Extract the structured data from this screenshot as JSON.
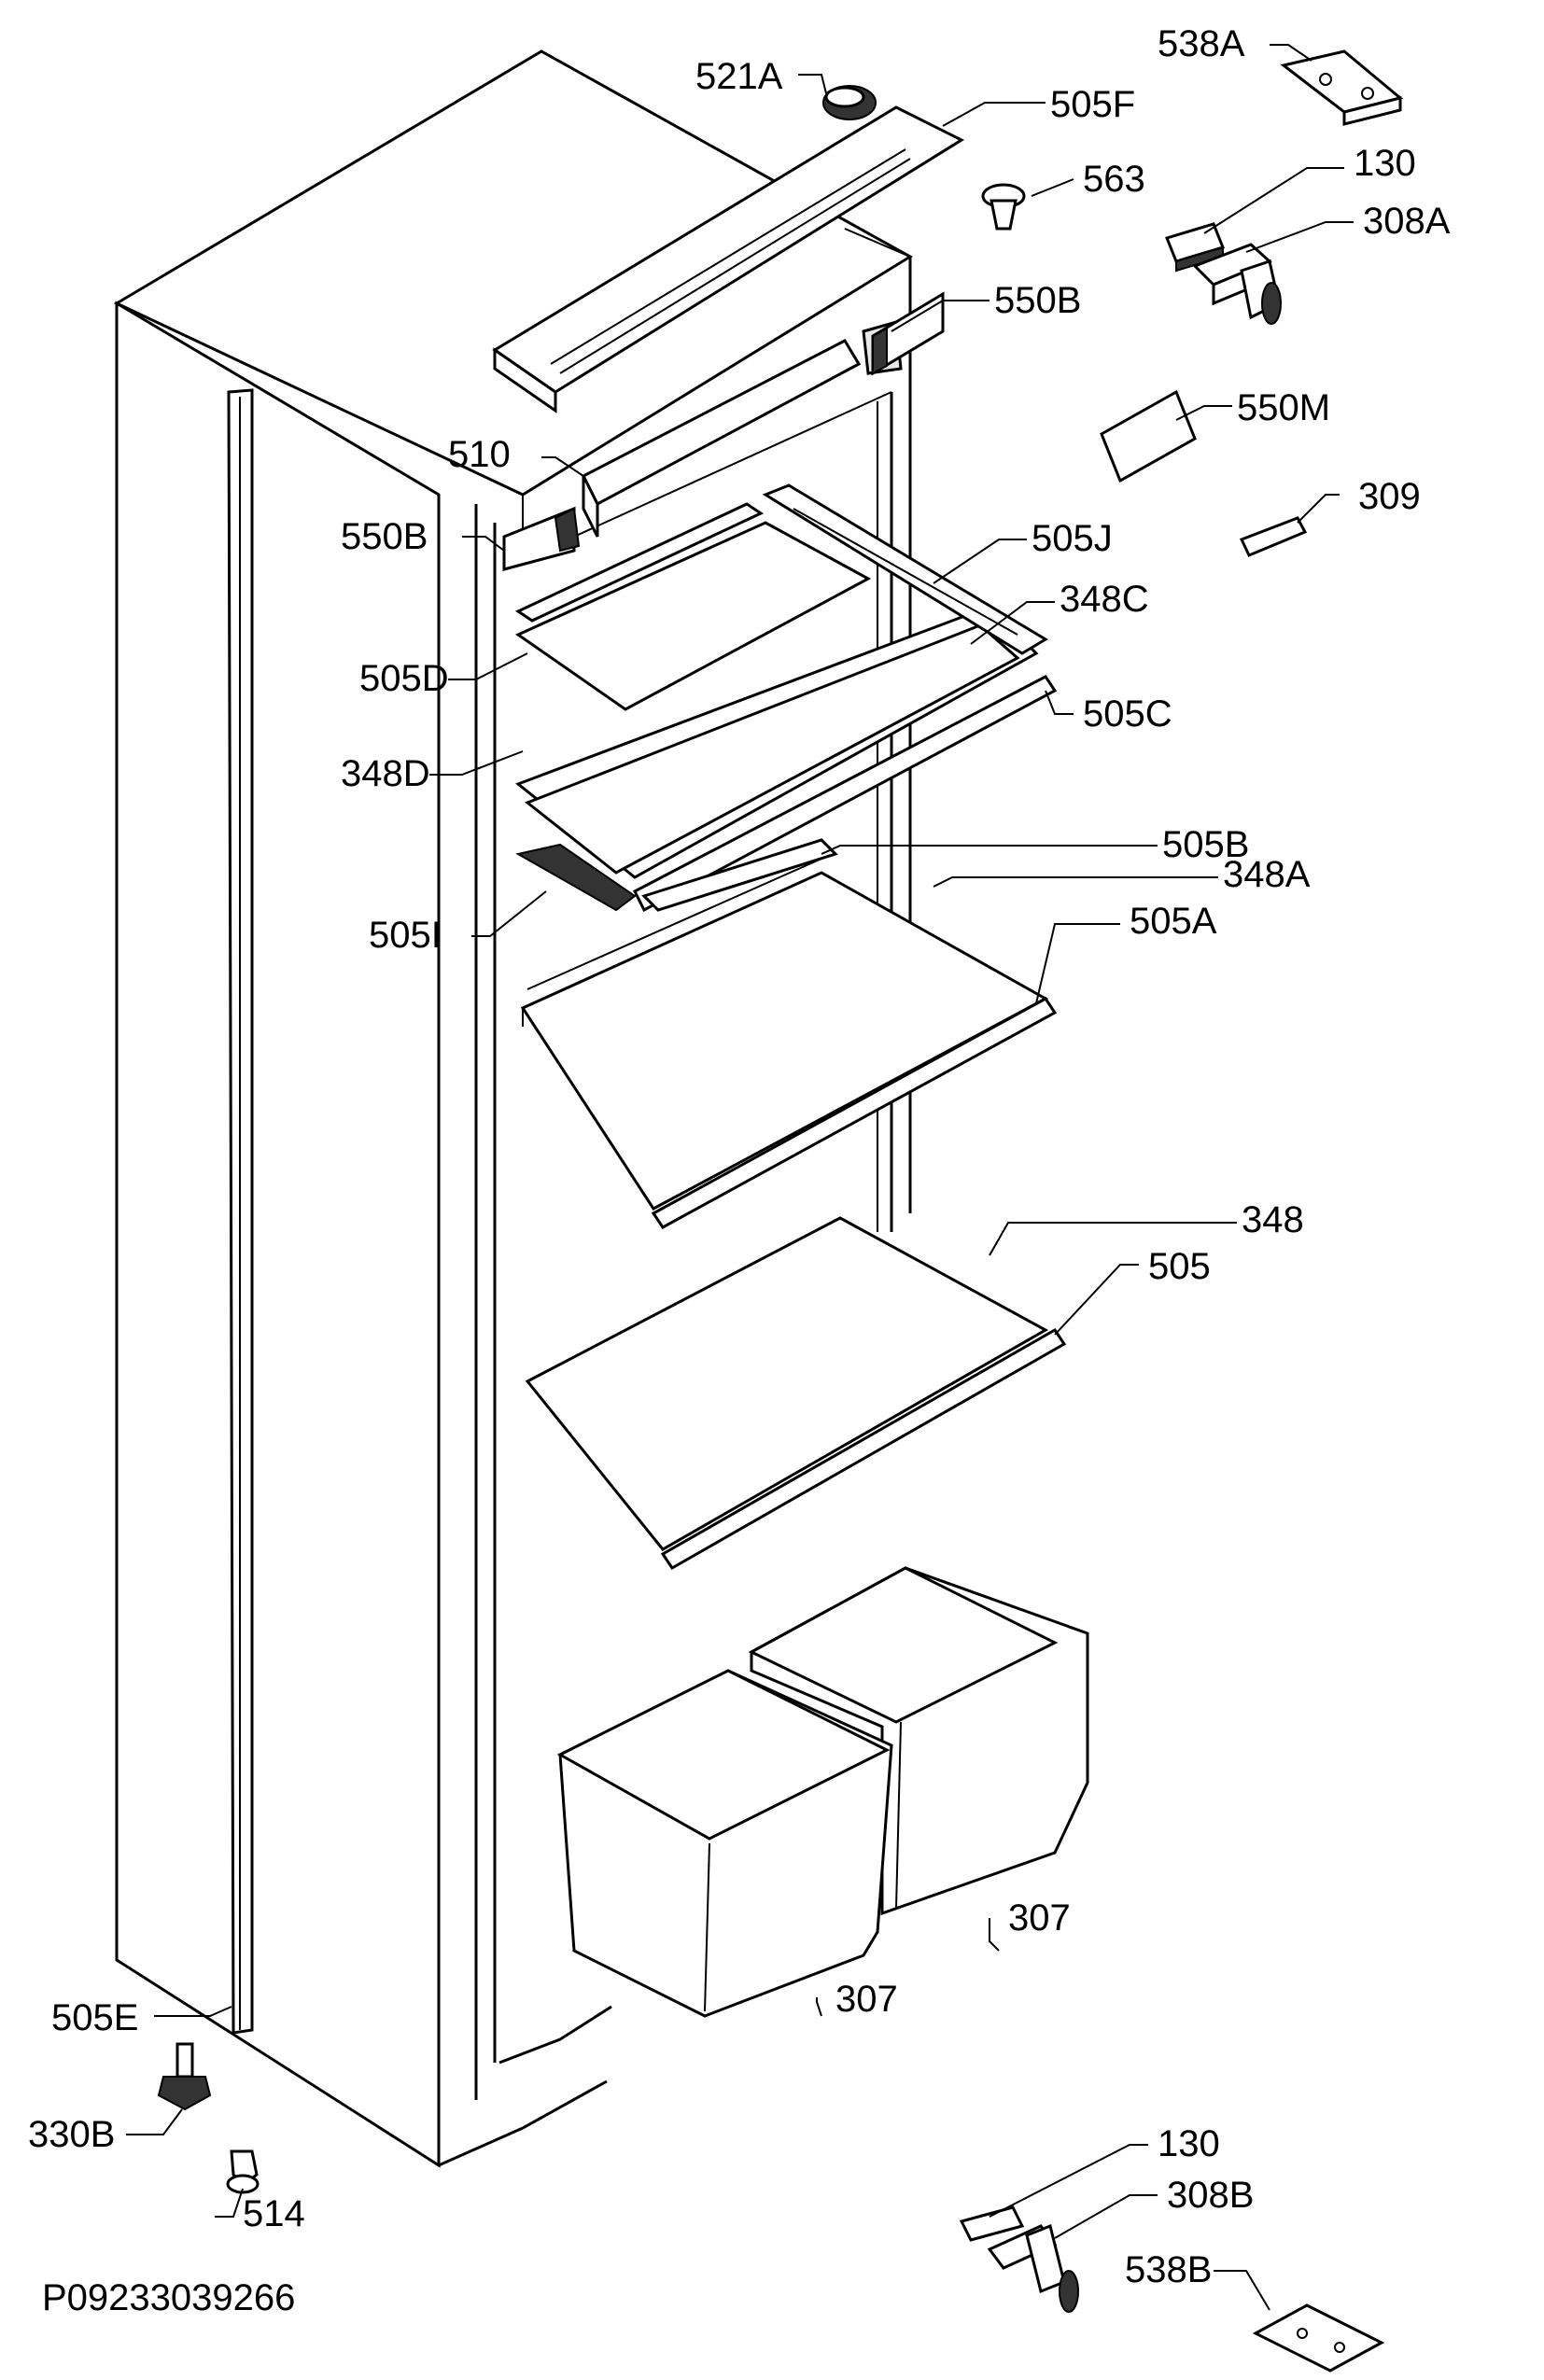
{
  "labels": {
    "l521a": "521A",
    "l505f": "505F",
    "l538a": "538A",
    "l563": "563",
    "l130a": "130",
    "l308a": "308A",
    "l550b_r": "550B",
    "l550m": "550M",
    "l309": "309",
    "l510": "510",
    "l550b_l": "550B",
    "l505j": "505J",
    "l348c": "348C",
    "l505d": "505D",
    "l505c": "505C",
    "l348d": "348D",
    "l505b": "505B",
    "l348a": "348A",
    "l505i": "505I",
    "l505a": "505A",
    "l348": "348",
    "l505": "505",
    "l307a": "307",
    "l307b": "307",
    "l505e": "505E",
    "l330b": "330B",
    "l514": "514",
    "l130b": "130",
    "l308b": "308B",
    "l538b": "538B"
  },
  "drawing_number": "P09233039266"
}
